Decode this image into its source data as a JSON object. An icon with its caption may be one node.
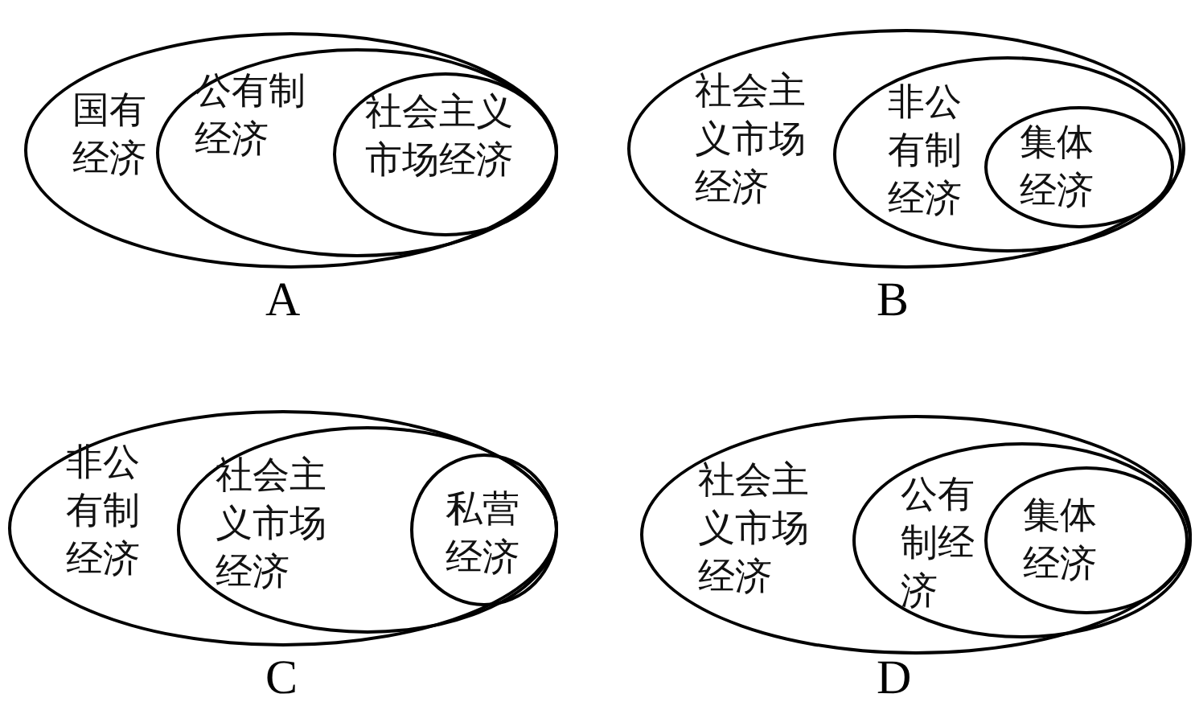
{
  "diagram": {
    "nodes": [
      {
        "text": [
          "国有经济"
        ]
      },
      {
        "text": [
          "公有制经济"
        ],
        "in": 0
      },
      {
        "text": [
          "社会主义市场经济"
        ],
        "in": 1
      },
      {
        "text": [
          "社会主义市场经济"
        ]
      },
      {
        "text": [
          "非公有制经济"
        ],
        "in": 3
      },
      {
        "text": [
          "集体经济"
        ],
        "in": 4
      },
      {
        "text": [
          "非公有制经济"
        ]
      },
      {
        "text": [
          "社会主义市场经济"
        ],
        "in": 6
      },
      {
        "text": [
          "私营经济"
        ],
        "in": 7
      },
      {
        "text": [
          "社会主义市场经济"
        ]
      },
      {
        "text": [
          "公有制经济"
        ],
        "in": 9
      },
      {
        "text": [
          "集体经济"
        ],
        "in": 10
      }
    ],
    "labels": [
      "A",
      "B",
      "C",
      "D"
    ]
  }
}
